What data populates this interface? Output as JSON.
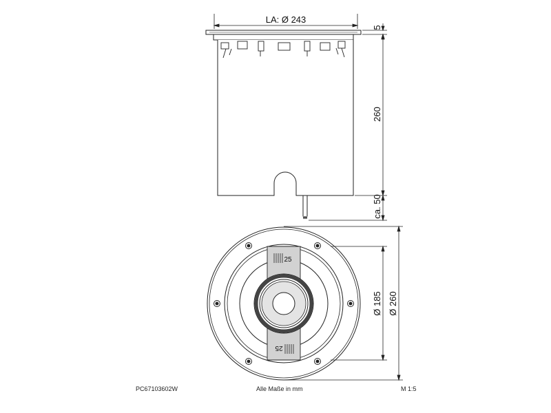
{
  "dimensions": {
    "flange_label": "LA: Ø 243",
    "flange_height": "5",
    "body_height": "260",
    "cable_length": "ca. 50",
    "inner_diameter": "Ø 185",
    "outer_diameter": "Ø 260"
  },
  "marks": {
    "tilt_top": "25",
    "tilt_bottom": "25"
  },
  "footer": {
    "part_number": "PC67103602W",
    "units_note": "Alle Maße in mm",
    "scale": "M 1:5"
  }
}
